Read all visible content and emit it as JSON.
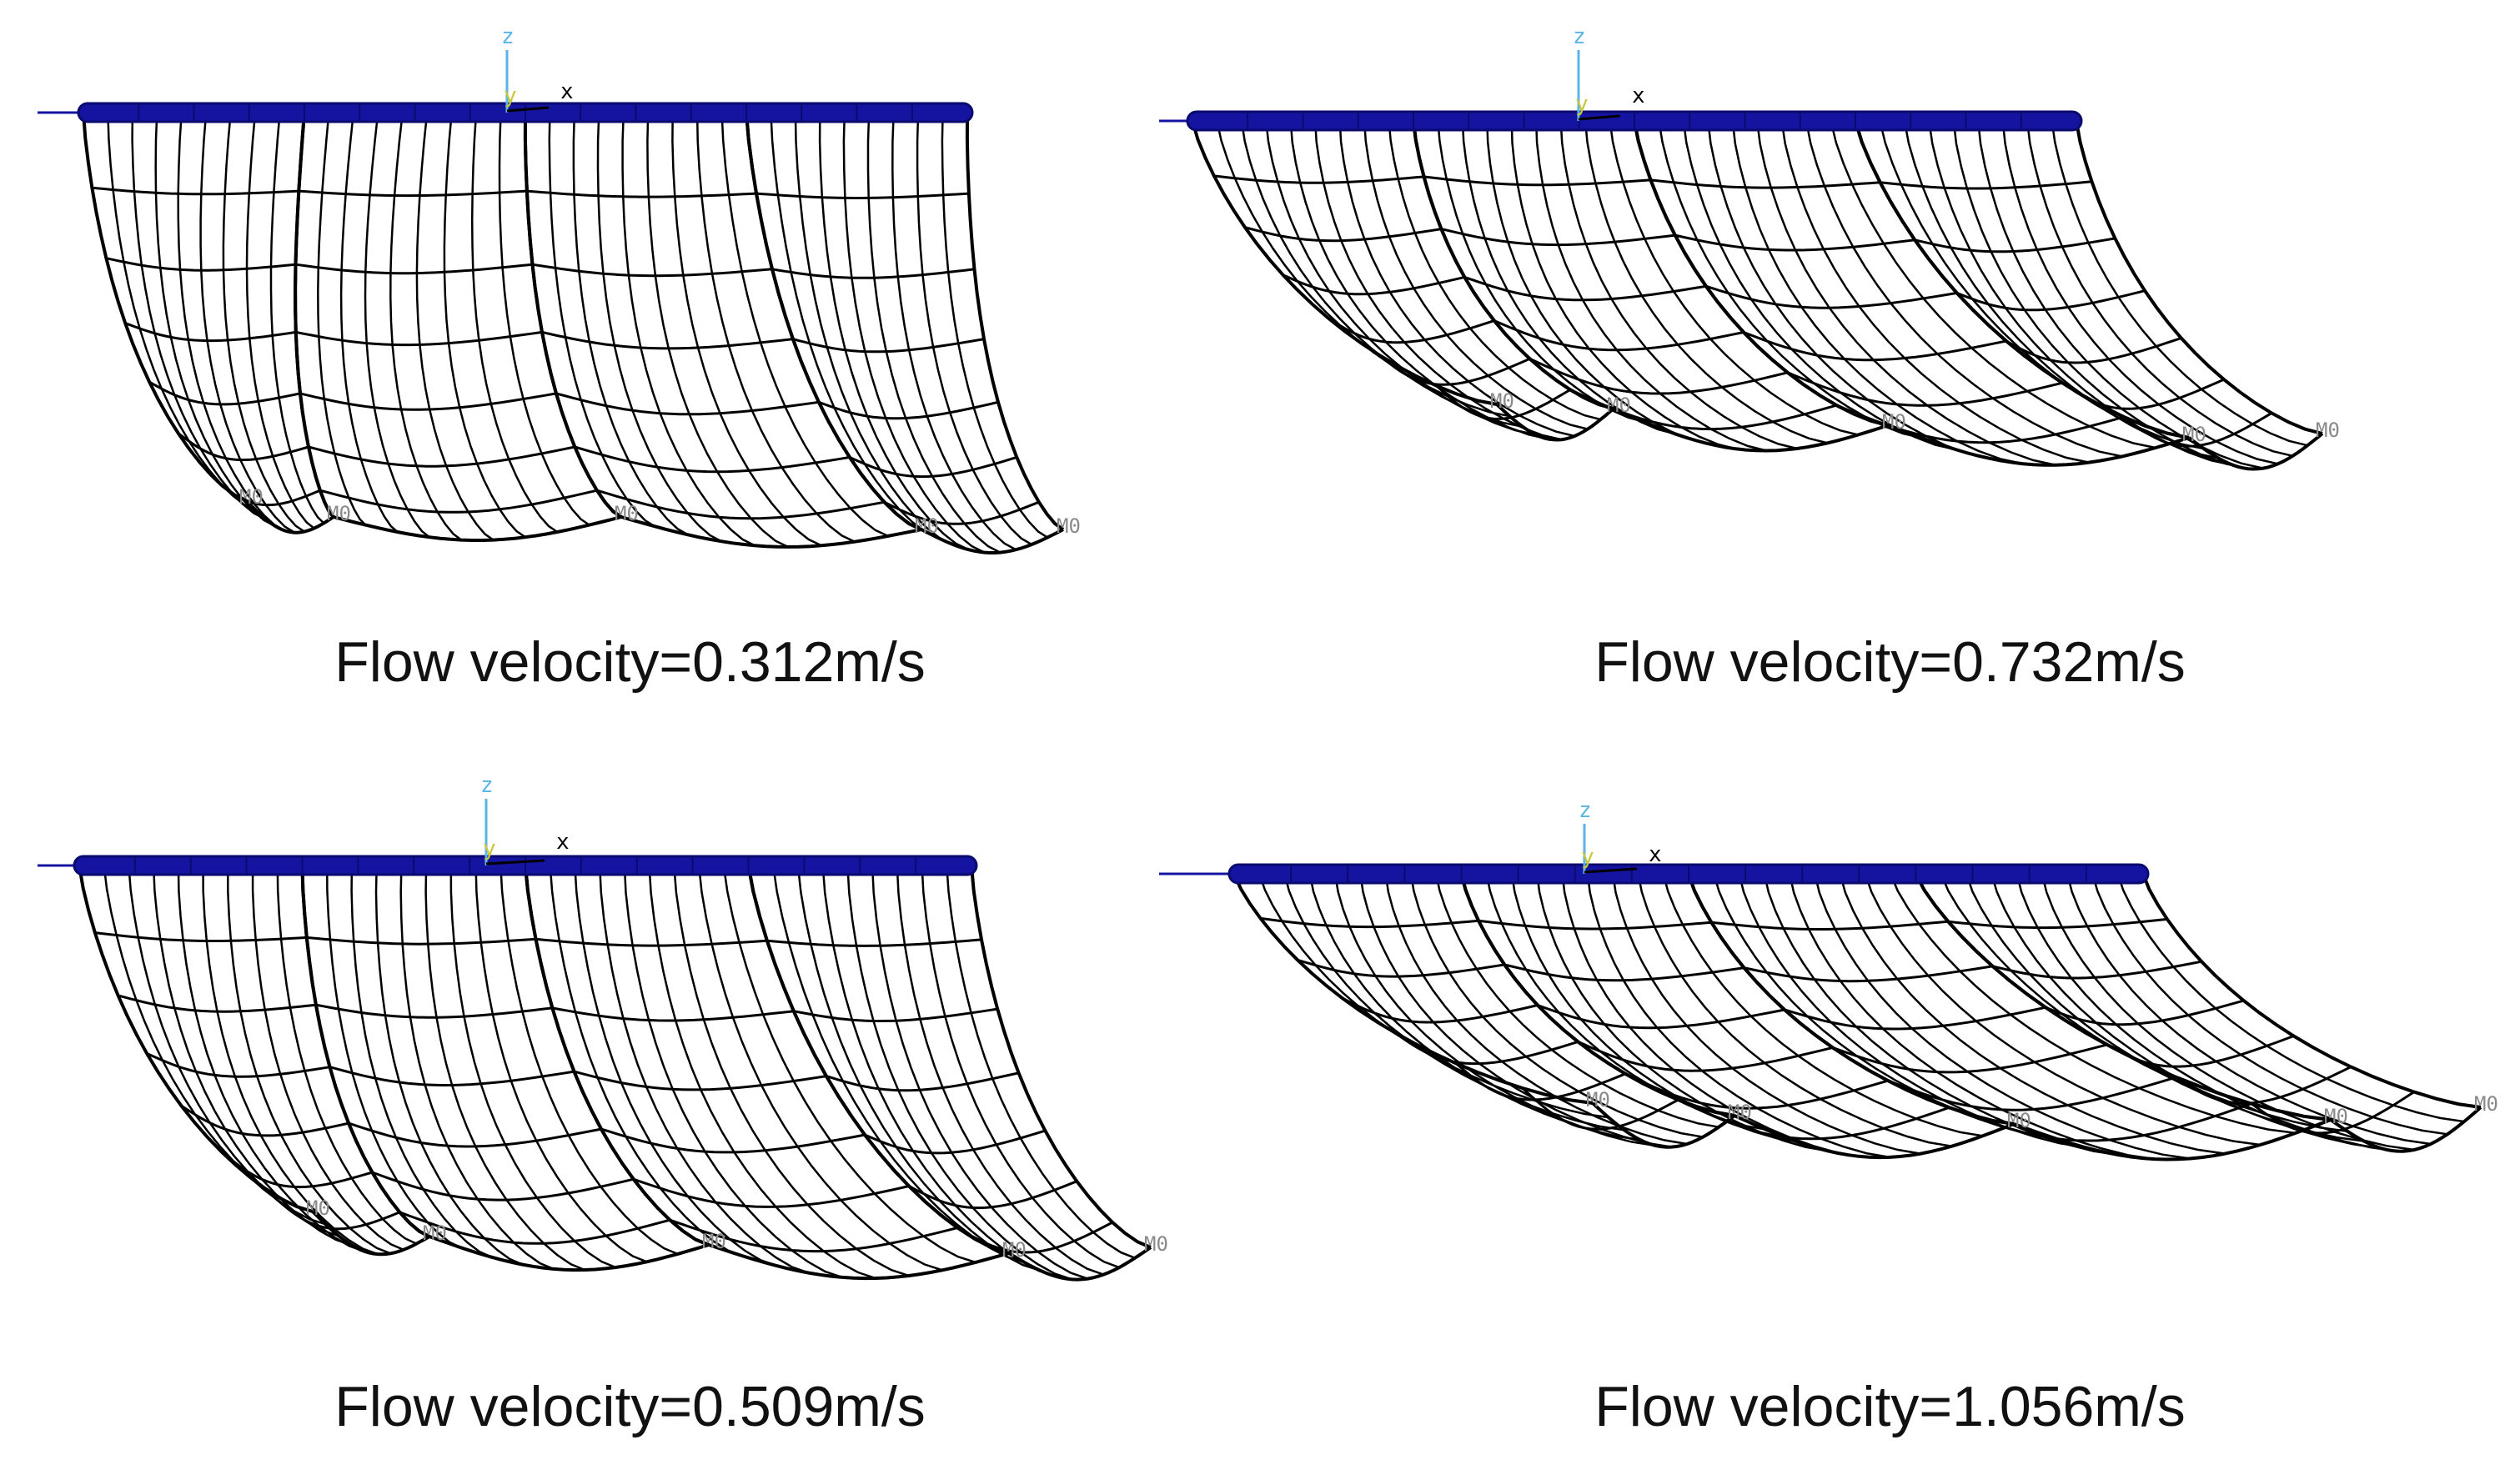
{
  "colors": {
    "background": "#ffffff",
    "net_mesh": "#000000",
    "float_line": "#1414a0",
    "float_line_dark": "#0a0a6e",
    "axis_z": "#5ab4e6",
    "axis_y": "#c8c83c",
    "axis_x": "#000000",
    "mark_label": "#8a8a8a"
  },
  "axis_labels": {
    "z": "z",
    "y": "y",
    "x": "x"
  },
  "panels": [
    {
      "id": "a",
      "caption": "Flow velocity=0.312m/s",
      "mark_labels": [
        "M0",
        "M0",
        "M0",
        "M0",
        "M0"
      ]
    },
    {
      "id": "b",
      "caption": "Flow velocity=0.732m/s",
      "mark_labels": [
        "M0",
        "M0",
        "M0",
        "M0",
        "M0"
      ]
    },
    {
      "id": "c",
      "caption": "Flow velocity=0.509m/s",
      "mark_labels": [
        "M0",
        "M0",
        "M0",
        "M0",
        "M0"
      ]
    },
    {
      "id": "d",
      "caption": "Flow velocity=1.056m/s",
      "mark_labels": [
        "M0",
        "M0",
        "M0",
        "M0",
        "M0"
      ]
    }
  ]
}
